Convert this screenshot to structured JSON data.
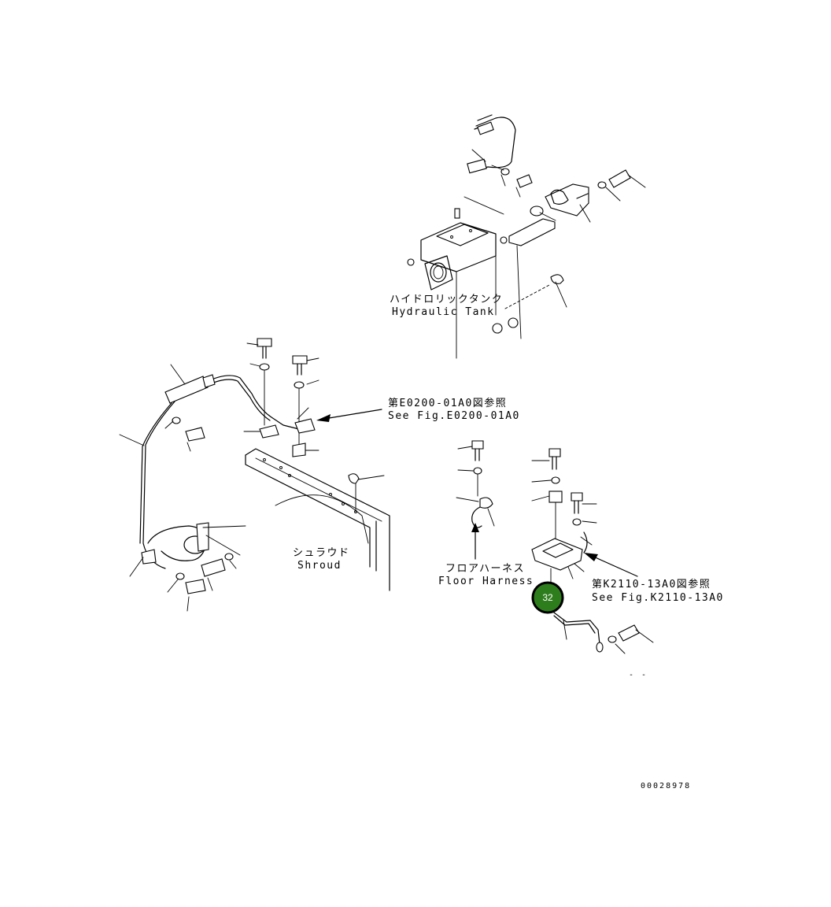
{
  "labels": {
    "hydraulic_tank_jp": "ハイドロリックタンク",
    "hydraulic_tank_en": "Hydraulic Tank",
    "ref_e0200_jp": "第E0200-01A0図参照",
    "ref_e0200_en": "See Fig.E0200-01A0",
    "shroud_jp": "シュラウド",
    "shroud_en": "Shroud",
    "floor_harness_jp": "フロアハーネス",
    "floor_harness_en": "Floor Harness",
    "ref_k2110_jp": "第K2110-13A0図参照",
    "ref_k2110_en": "See Fig.K2110-13A0",
    "drawing_number": "00028978",
    "dash_marks": "- -"
  },
  "callout": {
    "number": "32",
    "color": "#2e7d1d"
  }
}
